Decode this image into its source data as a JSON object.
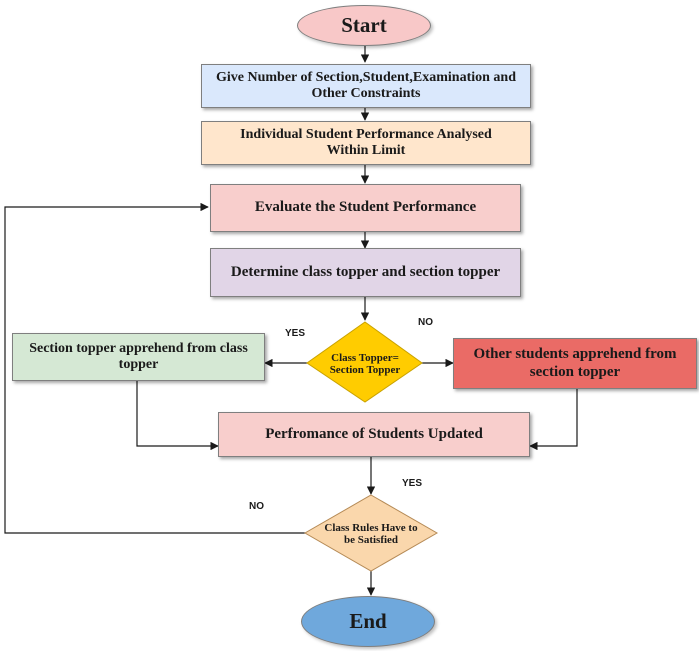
{
  "nodes": {
    "start": "Start",
    "give_number": "Give Number of Section,Student,Examination and Other Constraints",
    "individual_performance": "Individual Student Performance Analysed Within Limit",
    "evaluate": "Evaluate the Student Performance",
    "determine_topper": "Determine class topper and section topper",
    "decision_topper": "Class Topper= Section Topper",
    "section_apprehend": "Section topper apprehend from class topper",
    "other_apprehend": "Other students apprehend from section topper",
    "performance_updated": "Perfromance of Students Updated",
    "decision_rules": "Class Rules Have to be Satisfied",
    "end": "End"
  },
  "edge_labels": {
    "topper_yes": "YES",
    "topper_no": "NO",
    "rules_yes": "YES",
    "rules_no": "NO"
  },
  "colors": {
    "start_fill": "#f8c8c8",
    "blue_fill": "#dae8fc",
    "orange_fill": "#ffe6cc",
    "pink_fill": "#f8cecc",
    "purple_fill": "#e1d5e7",
    "green_fill": "#d5e8d4",
    "red_fill": "#ea6b66",
    "decision1_fill": "#ffcc00",
    "decision2_fill": "#fad7ac",
    "end_fill": "#6fa8dc"
  }
}
